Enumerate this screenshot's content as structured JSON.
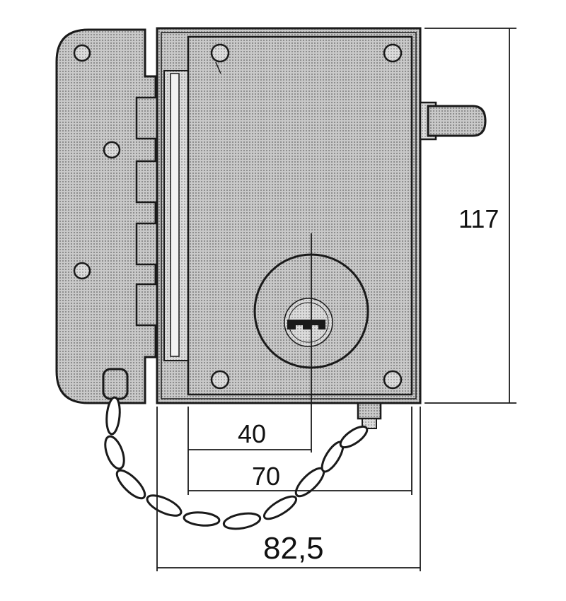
{
  "dimensions": {
    "height_label": "117",
    "cylinder_offset_label": "40",
    "box_width_label": "70",
    "overall_width_label": "82,5"
  },
  "colors": {
    "line": "#1a1a1a",
    "fill_dark": "#9a9a9a",
    "fill_mid": "#b5b5b5",
    "fill_light": "#d2d2d2",
    "background": "#ffffff"
  },
  "parts": [
    "mounting-plate",
    "lock-case",
    "cover-plate",
    "bolt",
    "cylinder",
    "keyway",
    "door-chain",
    "chain-catch"
  ]
}
